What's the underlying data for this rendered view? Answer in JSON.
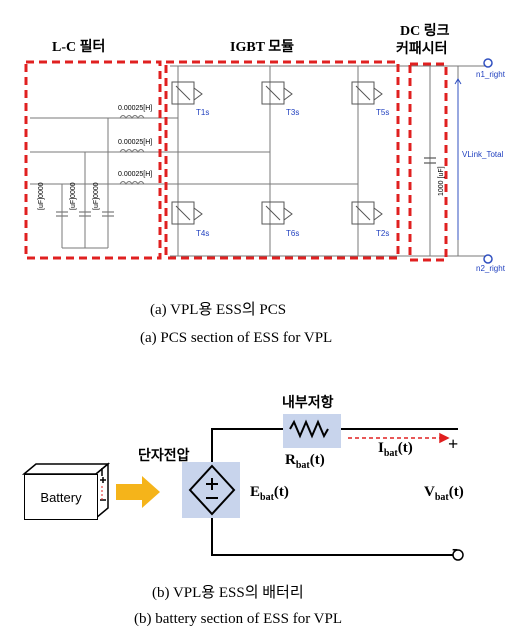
{
  "pcs": {
    "lc_filter_label": "L-C 필터",
    "igbt_label": "IGBT 모듈",
    "dc_link_label_1": "DC 링크",
    "dc_link_label_2": "커패시터",
    "inductor_value": "0.00025[H]",
    "filter_cap_value": "[uF]0000",
    "dclink_cap_value": "1000 [uF]",
    "switch_labels": [
      "T1s",
      "T3s",
      "T5s",
      "T4s",
      "T6s",
      "T2s"
    ],
    "node_top": "n1_right",
    "node_bottom": "n2_right",
    "vlink_label": "VLink_Total",
    "caption_kr": "(a)  VPL용 ESS의  PCS",
    "caption_en": "(a)  PCS  section  of  ESS  for  VPL"
  },
  "battery": {
    "battery_label": "Battery",
    "internal_resistance_label": "내부저항",
    "terminal_voltage_label": "단자전압",
    "r_symbol": "R",
    "r_sub": "bat",
    "r_arg": "(t)",
    "i_symbol": "I",
    "i_sub": "bat",
    "i_arg": "(t)",
    "e_symbol": "E",
    "e_sub": "bat",
    "e_arg": "(t)",
    "v_symbol": "V",
    "v_sub": "bat",
    "v_arg": "(t)",
    "plus_sign": "+",
    "minus_sign": "-",
    "caption_kr": "(b)  VPL용 ESS의 배터리",
    "caption_en": "(b)  battery  section  of  ESS  for  VPL"
  },
  "colors": {
    "dashed_red": "#e02020",
    "highlight_blue": "#c8d4ec",
    "arrow_orange": "#f5b41a",
    "node_blue": "#3050c0"
  }
}
